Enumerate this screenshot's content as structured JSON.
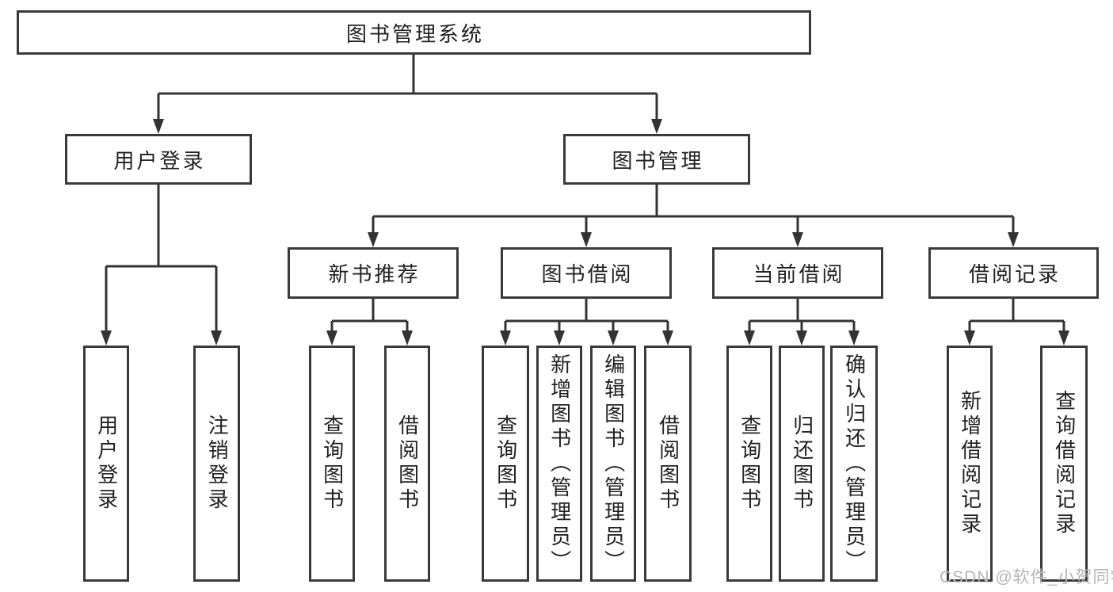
{
  "diagram": {
    "root": {
      "label": "图书管理系统"
    },
    "children": [
      {
        "label": "用户登录",
        "children": [
          {
            "label": "用户登录"
          },
          {
            "label": "注销登录"
          }
        ]
      },
      {
        "label": "图书管理",
        "children": [
          {
            "label": "新书推荐",
            "children": [
              {
                "label": "查询图书"
              },
              {
                "label": "借阅图书"
              }
            ]
          },
          {
            "label": "图书借阅",
            "children": [
              {
                "label": "查询图书"
              },
              {
                "label": "新增图书（管理员）"
              },
              {
                "label": "编辑图书（管理员）"
              },
              {
                "label": "借阅图书"
              }
            ]
          },
          {
            "label": "当前借阅",
            "children": [
              {
                "label": "查询图书"
              },
              {
                "label": "归还图书"
              },
              {
                "label": "确认归还（管理员）"
              }
            ]
          },
          {
            "label": "借阅记录",
            "children": [
              {
                "label": "新增借阅记录"
              },
              {
                "label": "查询借阅记录"
              }
            ]
          }
        ]
      }
    ],
    "colors": {
      "box_border": "#3a3a3a",
      "connector_line": "#333333",
      "text": "#222222",
      "watermark": "#b5b5b5",
      "background": "#ffffff"
    }
  },
  "watermark": {
    "text": "CSDN @软件_小贺同学"
  }
}
